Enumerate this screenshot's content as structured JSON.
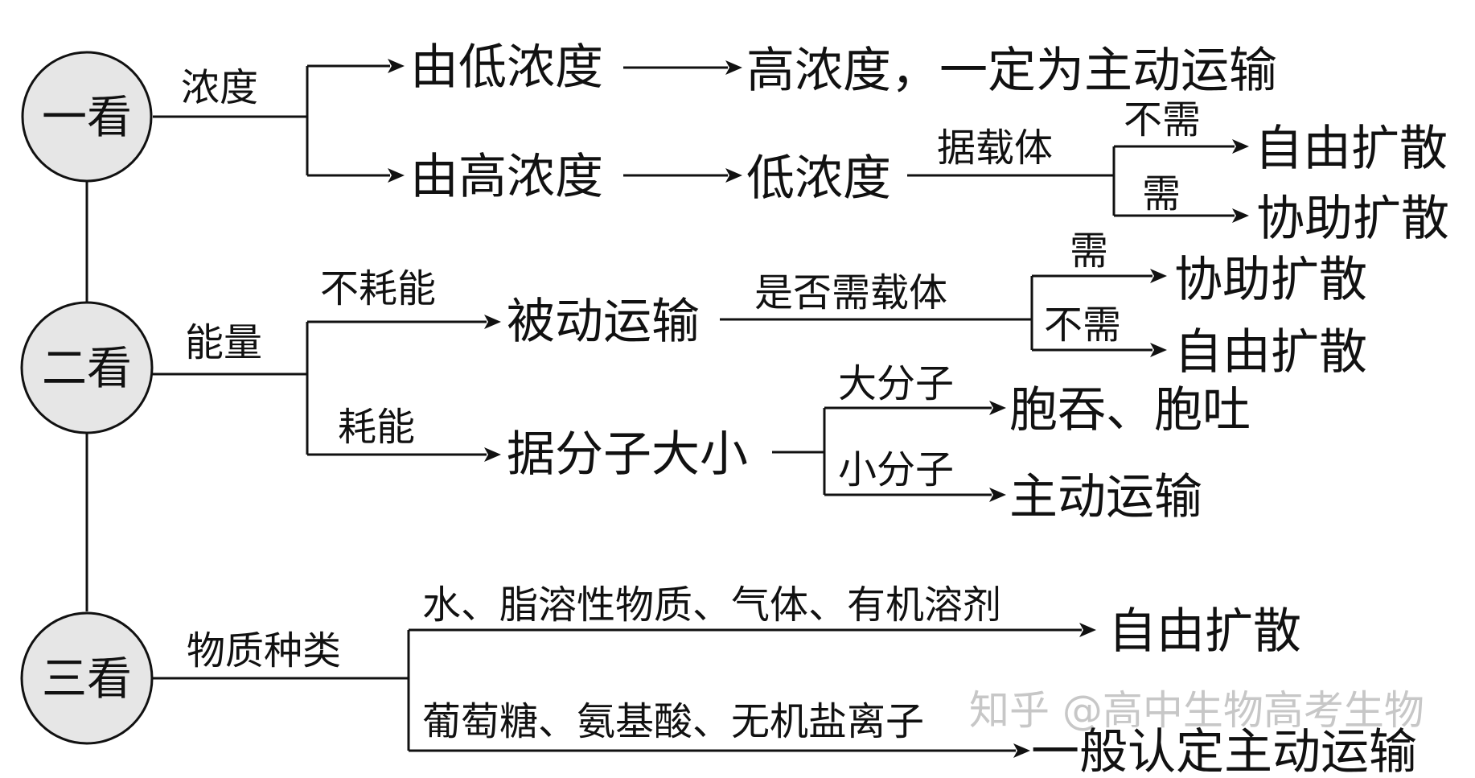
{
  "circles": {
    "first": "一看",
    "second": "二看",
    "third": "三看"
  },
  "labels": {
    "concentration": "浓度",
    "energy": "能量",
    "substance_type": "物质种类",
    "no_energy": "不耗能",
    "uses_energy": "耗能",
    "carrier": "据载体",
    "need_carrier": "是否需载体",
    "no_need_1": "不需",
    "need_1": "需",
    "need_2": "需",
    "no_need_2": "不需",
    "large_molecule": "大分子",
    "small_molecule": "小分子",
    "group_free": "水、脂溶性物质、气体、有机溶剂",
    "group_active": "葡萄糖、氨基酸、无机盐离子"
  },
  "nodes": {
    "low_to": "由低浓度",
    "high_result": "高浓度，一定为主动运输",
    "high_to": "由高浓度",
    "low_result": "低浓度",
    "free_diffusion_1": "自由扩散",
    "facilitated_1": "协助扩散",
    "passive": "被动运输",
    "facilitated_2": "协助扩散",
    "free_diffusion_2": "自由扩散",
    "by_size": "据分子大小",
    "endo_exo": "胞吞、胞吐",
    "active_1": "主动运输",
    "free_diffusion_3": "自由扩散",
    "active_2": "一般认定主动运输"
  },
  "watermark": "知乎 @高中生物高考生物"
}
